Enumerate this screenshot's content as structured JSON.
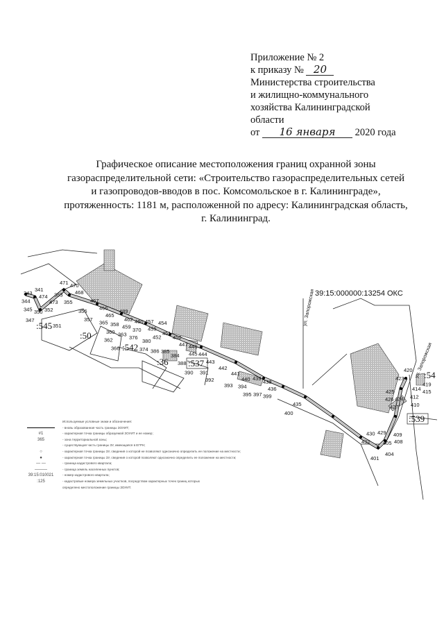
{
  "header": {
    "line1": "Приложение № 2",
    "line2_prefix": "к приказу №",
    "order_number": "20",
    "line3": "Министерства строительства",
    "line4": "и жилищно-коммунального",
    "line5": "хозяйства Калининградской",
    "line6": "области",
    "date_prefix": "от",
    "date_handwritten": "16 января",
    "date_suffix": "2020 года"
  },
  "title": {
    "lines": [
      "Графическое описание местоположения границ охранной зоны",
      "газораспределительной сети: «Строительство газораспределительных сетей",
      "и газопроводов-вводов в пос. Комсомольское в г. Калининграде»,",
      "протяженность: 1181 м, расположенной по адресу: Калининградская область,",
      "г. Калининград."
    ]
  },
  "map": {
    "object_label": "39:15:000000:13254 ОКС",
    "streets": [
      "ул. Запорожская",
      "ул. Запорожская"
    ],
    "parcels": [
      ":545",
      ":50",
      ":542",
      ":36",
      ":537",
      ":539",
      ":54"
    ],
    "points": [
      "341",
      "343",
      "344",
      "345",
      "350",
      "352",
      "351",
      "347",
      "474",
      "473",
      "471",
      "470",
      "468",
      "353",
      "355",
      "356",
      "357",
      "467",
      "466",
      "465",
      "489",
      "462",
      "459",
      "460",
      "457",
      "454",
      "455",
      "452",
      "451",
      "450",
      "447",
      "446",
      "445",
      "444",
      "443",
      "442",
      "441",
      "440",
      "439",
      "438",
      "436",
      "399",
      "397",
      "395",
      "394",
      "393",
      "392",
      "391",
      "390",
      "388",
      "384",
      "385",
      "386",
      "374",
      "365",
      "358",
      "360",
      "362",
      "363",
      "366",
      "370",
      "376",
      "380",
      "435",
      "400",
      "432",
      "430",
      "429",
      "405",
      "404",
      "401",
      "409",
      "408",
      "410",
      "412",
      "427",
      "426",
      "425",
      "424",
      "423",
      "420",
      "419",
      "415",
      "414"
    ]
  },
  "legend": {
    "heading": "Используемые условные знаки и обозначения:",
    "items": [
      {
        "symbol": "",
        "text": "- вновь образованная часть границы ЗОУИТ;"
      },
      {
        "symbol": "#1",
        "text": "- характерная точка границы образуемой ЗОУИТ и ее номер;"
      },
      {
        "symbol": "365",
        "text": "- зона территориальной зоны;"
      },
      {
        "symbol": "",
        "text": "- существующая часть границы ЗУ, имеющаяся в ЕГРН;"
      },
      {
        "symbol": "○",
        "text": "- характерная точка границы ЗУ, сведения о которой не позволяют однозначно определить ее положение на местности;"
      },
      {
        "symbol": "●",
        "text": "- характерная точка границы ЗУ, сведения о которой позволяют однозначно определить ее положение на местности;"
      },
      {
        "symbol": "— —",
        "text": "- граница кадастрового квартала;"
      },
      {
        "symbol": "———",
        "text": "- граница земель населенных пунктов;"
      },
      {
        "symbol": "39:15:010021",
        "text": "- номер кадастрового квартала;"
      },
      {
        "symbol": ":125",
        "text": "- кадастровые номера земельных участков, посредством характерных точек границ которых"
      },
      {
        "symbol": "",
        "text": "определено местоположение границы ЗОУИТ."
      }
    ]
  }
}
